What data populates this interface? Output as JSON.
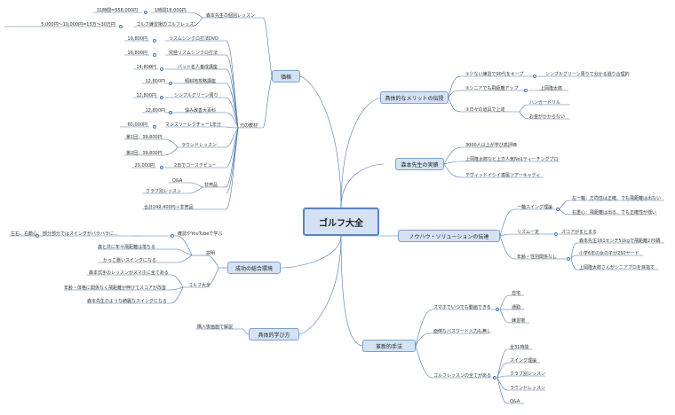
{
  "central": "ゴルフ大全",
  "branches": {
    "price": {
      "title": "価格",
      "lesson": {
        "title": "森本先生の個別レッスン",
        "item1_left": "31時間=558,000円",
        "item1_right": "1時間18,000円",
        "item2_left": "5,000円〜10,000円=15万〜30万円",
        "item2_right": "ゴルフ練習場のゴルフレッスン"
      },
      "materials": {
        "title": "元の教材",
        "items": [
          {
            "price": "19,800円",
            "name": "リズムシンクロ打法DVD"
          },
          {
            "price": "16,800円",
            "name": "究極リズムシンクロ打法"
          },
          {
            "price": "14,800円",
            "name": "パット名人養成講座"
          },
          {
            "price": "12,800円",
            "name": "傾斜地攻略講座"
          },
          {
            "price": "12,800円",
            "name": "シンプルグリーン周り"
          },
          {
            "price": "12,800円",
            "name": "悩み改善大百科"
          },
          {
            "price": "60,000円",
            "name": "マンスリーレクチャー1年分"
          },
          {
            "price": "第1回：39,800円",
            "name": "ラウンドレッスン"
          },
          {
            "price": "第2回：39,800円",
            "name": ""
          },
          {
            "price": "20,000円",
            "name": "2日でコースデビュー"
          },
          {
            "price": "Q&A",
            "name": "非売品"
          },
          {
            "price": "クラブ別レッスン",
            "name": ""
          },
          {
            "price": "合計249,400円＋非売品",
            "name": ""
          }
        ]
      }
    },
    "environment": {
      "title": "成功の総合環境",
      "setsumei": "説明",
      "setsumei_items": [
        "確認やYouTubeで学ぶ",
        "歳と共に年々飛距離は落ちる",
        "かっこ悪いスイングになる"
      ],
      "bubun": "部分部分ではスイングがバラバラに...",
      "sayuu": "左右、右動心",
      "taizen": "ゴルフ大全",
      "taizen_items": [
        "森本式手のレッスンがスマホに全てある",
        "年齢・体格に関係なく飛距離が伸びてスコアが改善",
        "森本先生のような綺麗なスイングになる"
      ]
    },
    "learn": {
      "title": "具体的学び方",
      "item": "購入後画面で解説"
    },
    "merit": {
      "title": "具体的なメリットの伝授",
      "items": [
        {
          "label": "①少ない練習で90代をキープ",
          "sub": [
            "シンプルグリーン周りで分かる過り合理的"
          ]
        },
        {
          "label": "②シニアでも飛距離アップ",
          "sub": [
            "上岡隆太郎"
          ]
        },
        {
          "label": "③日々の道具で上達",
          "sub": [
            "ハンガードリル",
            "お金がかからない"
          ]
        }
      ]
    },
    "achievements": {
      "title": "森本先生の実績",
      "items": [
        "3000人以上が学び高評価",
        "上岡隆太郎など上方人気No1ティーチングプロ",
        "デヴィッドイシイ専属ツアーキャディ"
      ]
    },
    "knowhow": {
      "title": "ノウハウ・ソリューションの伝達",
      "swing": {
        "title": "一軸スイング理論",
        "items": [
          "左一軸：方向性は正確、でも飛距離は出ない",
          "右重心：飛距離は出る、でも正確性が低い"
        ]
      },
      "rhythm": {
        "title": "リズム一定",
        "item": "スコアがまとまる"
      },
      "age": {
        "title": "年齢・性別関係なし",
        "items": [
          "森本先生161センチ51kgで飛距離270碼",
          "小学6年の女の子が250ヤード",
          "上岡隆太郎さんがシニアプロを目指す"
        ]
      }
    },
    "innovation": {
      "title": "革新的手法",
      "smartphone": {
        "title": "スマホでいつでも動画できる",
        "items": [
          "自宅",
          "通勤",
          "練習場"
        ]
      },
      "password": "面倒なパスワード入力も無し",
      "lessons": {
        "title": "ゴルフレッスンの全てがある",
        "items": [
          "全31時間",
          "スイング理論",
          "クラブ別レッスン",
          "ラウンドレッスン",
          "Q&A"
        ]
      }
    }
  },
  "colors": {
    "line": "#4a78b0",
    "node_fill": "#d4e2f4",
    "node_border": "#7aa0d2",
    "central_border": "#5b84c0"
  }
}
